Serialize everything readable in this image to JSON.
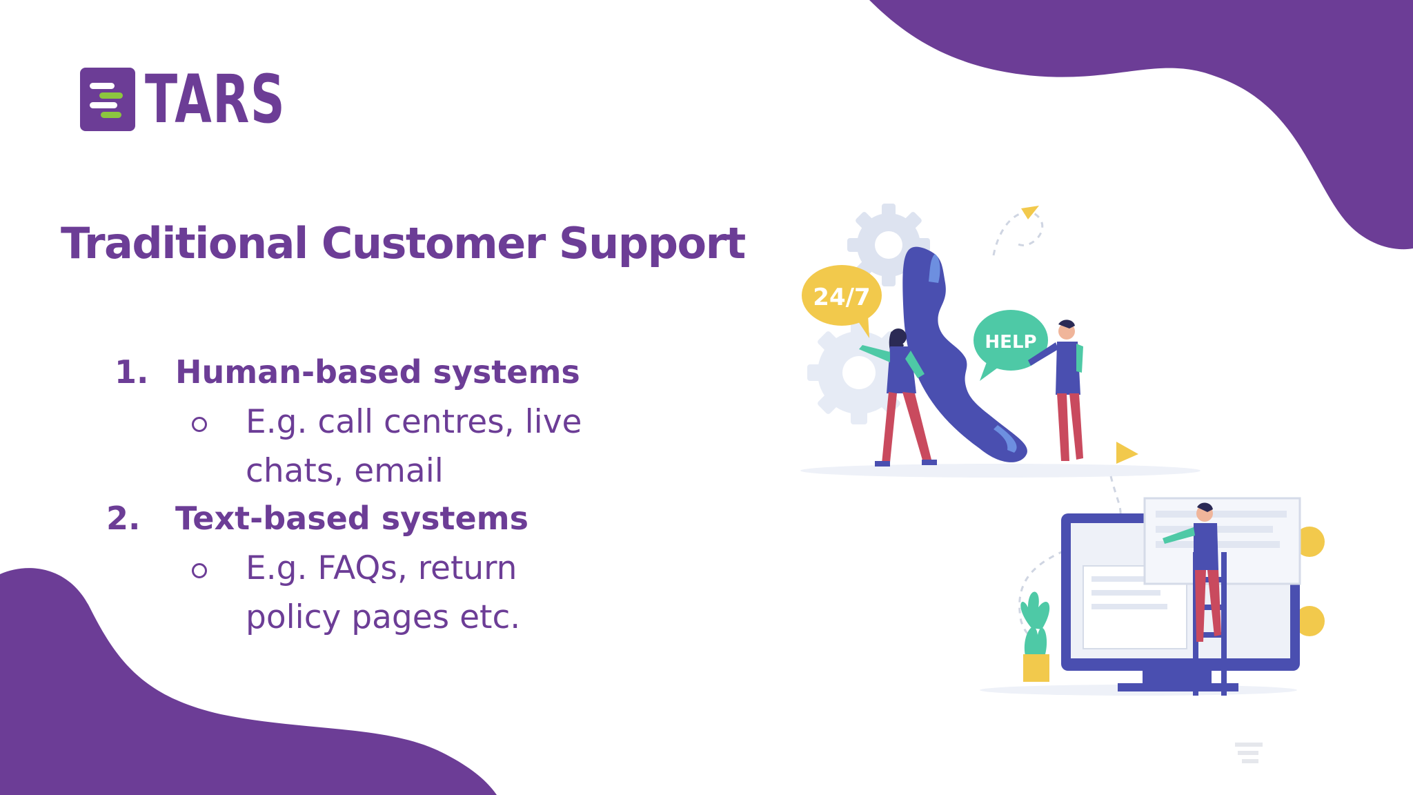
{
  "brand": {
    "name": "TARS",
    "primary_color": "#6c3d96",
    "accent_green": "#8cc63f"
  },
  "slide": {
    "title": "Traditional Customer Support",
    "items": [
      {
        "number": "1.",
        "heading": "Human-based systems",
        "sub": [
          "E.g. call centres, live",
          "chats, email"
        ]
      },
      {
        "number": "2.",
        "heading": "Text-based systems",
        "sub": [
          "E.g. FAQs, return",
          "policy pages etc."
        ]
      }
    ]
  },
  "illustration": {
    "icons": [
      "gear-icon",
      "phone-handset-icon",
      "chat-bubble-icon",
      "monitor-icon",
      "plant-icon",
      "ladder-icon"
    ],
    "bubble_247": "24/7",
    "bubble_help": "HELP",
    "colors": {
      "blue": "#4a4fb0",
      "light_blue": "#6d8fe0",
      "teal": "#4ec9a6",
      "yellow": "#f2c94c",
      "red": "#c94a5e",
      "gear": "#dde3f0"
    }
  }
}
